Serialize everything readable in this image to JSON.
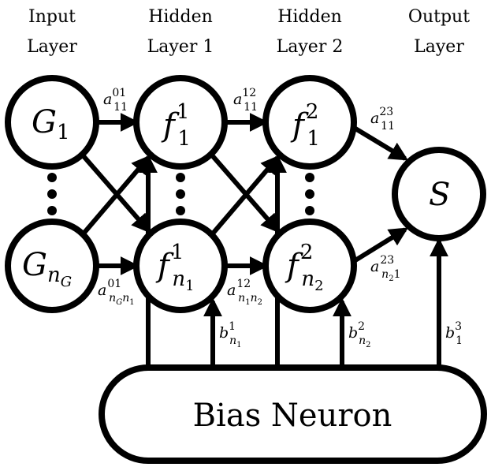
{
  "layers": {
    "input": [
      "Input",
      "Layer"
    ],
    "hidden1": [
      "Hidden",
      "Layer 1"
    ],
    "hidden2": [
      "Hidden",
      "Layer 2"
    ],
    "output": [
      "Output",
      "Layer"
    ]
  },
  "nodes": {
    "input_top": {
      "base": "G",
      "sub": "1"
    },
    "input_bottom": {
      "base": "G",
      "sub": "n",
      "subsub": "G"
    },
    "h1_top": {
      "base": "f",
      "sup": "1",
      "sub": "1"
    },
    "h1_bottom": {
      "base": "f",
      "sup": "1",
      "sub": "n",
      "subsub": "1"
    },
    "h2_top": {
      "base": "f",
      "sup": "2",
      "sub": "1"
    },
    "h2_bottom": {
      "base": "f",
      "sup": "2",
      "sub": "n",
      "subsub": "2"
    },
    "output": {
      "base": "S"
    }
  },
  "weights": {
    "a01_top": {
      "base": "a",
      "sup": "01",
      "sub": "11"
    },
    "a01_bottom": {
      "base": "a",
      "sup": "01",
      "sub": "n",
      "subsub": "G",
      "sub2": "n",
      "sub2sub": "1"
    },
    "a12_top": {
      "base": "a",
      "sup": "12",
      "sub": "11"
    },
    "a12_bottom": {
      "base": "a",
      "sup": "12",
      "sub": "n",
      "subsub": "1",
      "sub2": "n",
      "sub2sub": "2"
    },
    "a23_top": {
      "base": "a",
      "sup": "23",
      "sub": "11"
    },
    "a23_bottom": {
      "base": "a",
      "sup": "23",
      "sub": "n",
      "subsub": "2",
      "sub2": "1"
    }
  },
  "biases": {
    "b1": {
      "base": "b",
      "sup": "1",
      "sub": "n",
      "subsub": "1"
    },
    "b2": {
      "base": "b",
      "sup": "2",
      "sub": "n",
      "subsub": "2"
    },
    "b3": {
      "base": "b",
      "sup": "3",
      "sub": "1"
    }
  },
  "bias_neuron": "Bias Neuron"
}
